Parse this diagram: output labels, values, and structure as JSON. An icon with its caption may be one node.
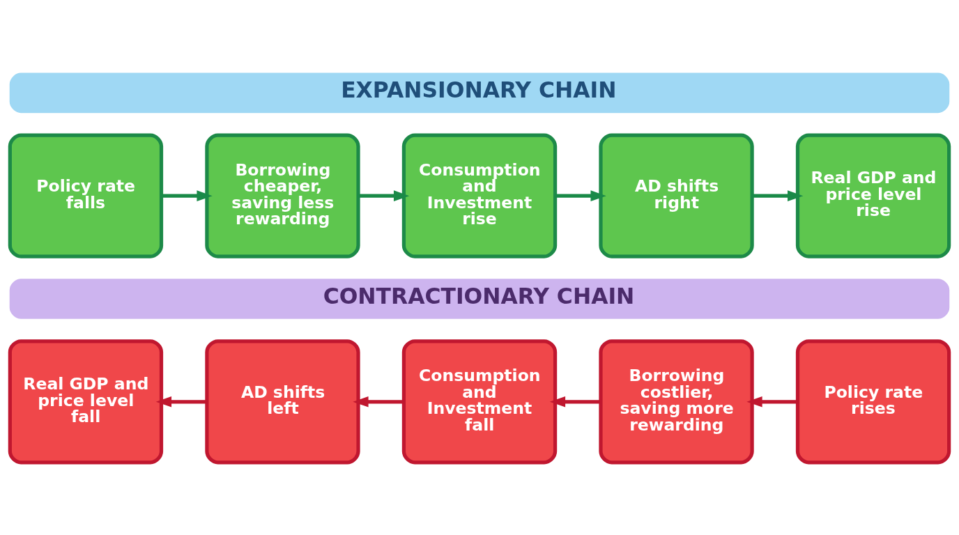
{
  "diagram": {
    "nodes": [
      {
        "text": [
          "EXPANSIONARY CHAIN"
        ]
      },
      {
        "text": [
          "Policy rate falls"
        ]
      },
      {
        "text": [
          "Borrowing cheaper, saving less rewarding"
        ]
      },
      {
        "text": [
          "Consumption and Investment rise"
        ]
      },
      {
        "text": [
          "AD shifts right"
        ]
      },
      {
        "text": [
          "Real GDP and price level rise"
        ]
      },
      {
        "text": [
          "CONTRACTIONARY CHAIN"
        ]
      },
      {
        "text": [
          "Real GDP and price level fall"
        ]
      },
      {
        "text": [
          "AD shifts left"
        ]
      },
      {
        "text": [
          "Consumption and Investment fall"
        ]
      },
      {
        "text": [
          "Borrowing costlier, saving more rewarding"
        ]
      },
      {
        "text": [
          "Policy rate rises"
        ]
      }
    ],
    "edges": [
      {
        "from": 1,
        "to": 2,
        "arrow": "to",
        "color": "#1a8a48"
      },
      {
        "from": 2,
        "to": 3,
        "arrow": "to",
        "color": "#1a8a48"
      },
      {
        "from": 3,
        "to": 4,
        "arrow": "to",
        "color": "#1a8a48"
      },
      {
        "from": 4,
        "to": 5,
        "arrow": "to",
        "color": "#1a8a48"
      },
      {
        "from": 11,
        "to": 10,
        "arrow": "to",
        "color": "#c0172f"
      },
      {
        "from": 10,
        "to": 9,
        "arrow": "to",
        "color": "#c0172f"
      },
      {
        "from": 9,
        "to": 8,
        "arrow": "to",
        "color": "#c0172f"
      },
      {
        "from": 8,
        "to": 7,
        "arrow": "to",
        "color": "#c0172f"
      }
    ]
  }
}
